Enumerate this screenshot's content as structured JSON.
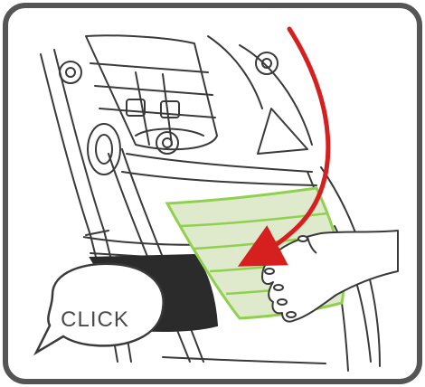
{
  "callout": {
    "text": "CLICK"
  },
  "colors": {
    "frame": "#555555",
    "line": "#3a3a3a",
    "panel_fill": "#dfe9cc",
    "panel_stroke": "#8fd14f",
    "arrow": "#d62020",
    "basket": "#2b2b2b"
  },
  "icons": [
    "stroller-seat-illustration",
    "hand-illustration",
    "curved-arrow-icon",
    "speech-bubble"
  ]
}
